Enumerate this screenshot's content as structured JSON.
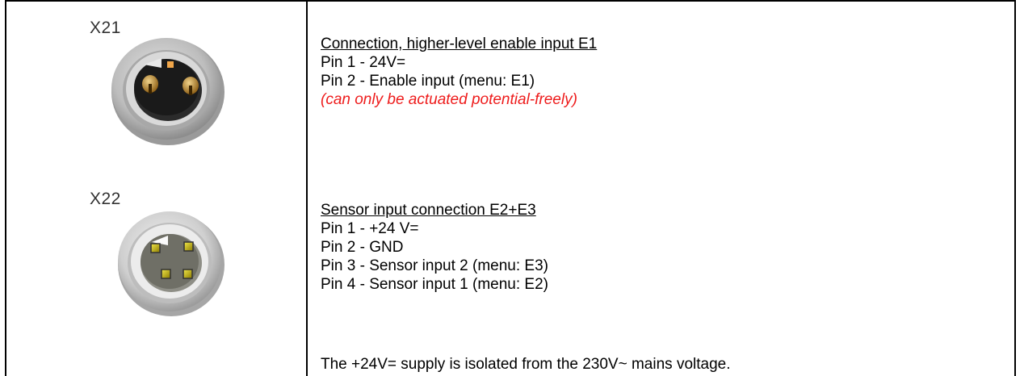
{
  "connectors": [
    {
      "label": "X21",
      "heading": "Connection, higher-level enable input E1",
      "pins": [
        "Pin 1 - 24V=",
        "Pin 2 - Enable input (menu: E1)"
      ],
      "note": "(can only be actuated potential-freely)",
      "note_color": "#ee1c1c"
    },
    {
      "label": "X22",
      "heading": "Sensor input connection E2+E3",
      "pins": [
        "Pin 1 - +24 V=",
        "Pin 2 - GND",
        "Pin 3 - Sensor input 2 (menu: E3)",
        "Pin 4 - Sensor input 1 (menu: E2)"
      ]
    }
  ],
  "footer": "The +24V= supply is isolated from the 230V~ mains voltage.",
  "icons": [
    "connector-x21-icon",
    "connector-x22-icon"
  ]
}
